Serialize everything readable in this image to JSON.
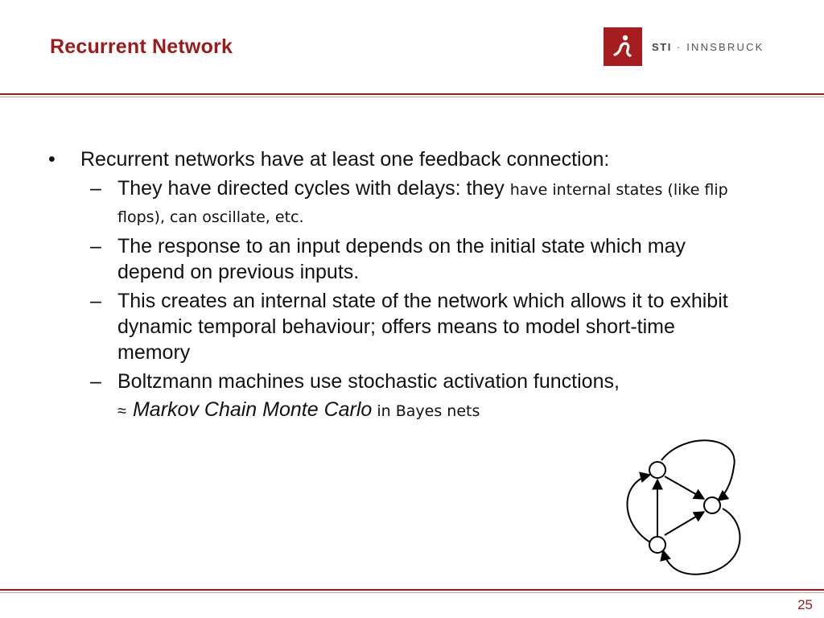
{
  "slide": {
    "title": "Recurrent Network",
    "page_number": "25"
  },
  "logo": {
    "brand": "STI",
    "separator": " · ",
    "location": "INNSBRUCK",
    "color": "#a61d1f"
  },
  "colors": {
    "accent": "#9b1b1b"
  },
  "content": {
    "bullet": "•",
    "main_point": "Recurrent networks have at least one feedback connection:",
    "dash": "–",
    "subpoints": [
      {
        "main": "They have directed cycles with delays: they ",
        "small": "have internal states (like flip flops), can oscillate, etc."
      },
      {
        "main": "The response to an input depends on the initial state which may depend on previous inputs."
      },
      {
        "main": "This creates an internal state of the network which allows it to exhibit dynamic temporal behaviour; offers means to model short-time memory"
      },
      {
        "main": "Boltzmann machines use stochastic activation functions,"
      }
    ],
    "approx_line": {
      "symbol": "≈",
      "italic": "Markov Chain Monte Carlo",
      "small": " in Bayes nets"
    }
  }
}
